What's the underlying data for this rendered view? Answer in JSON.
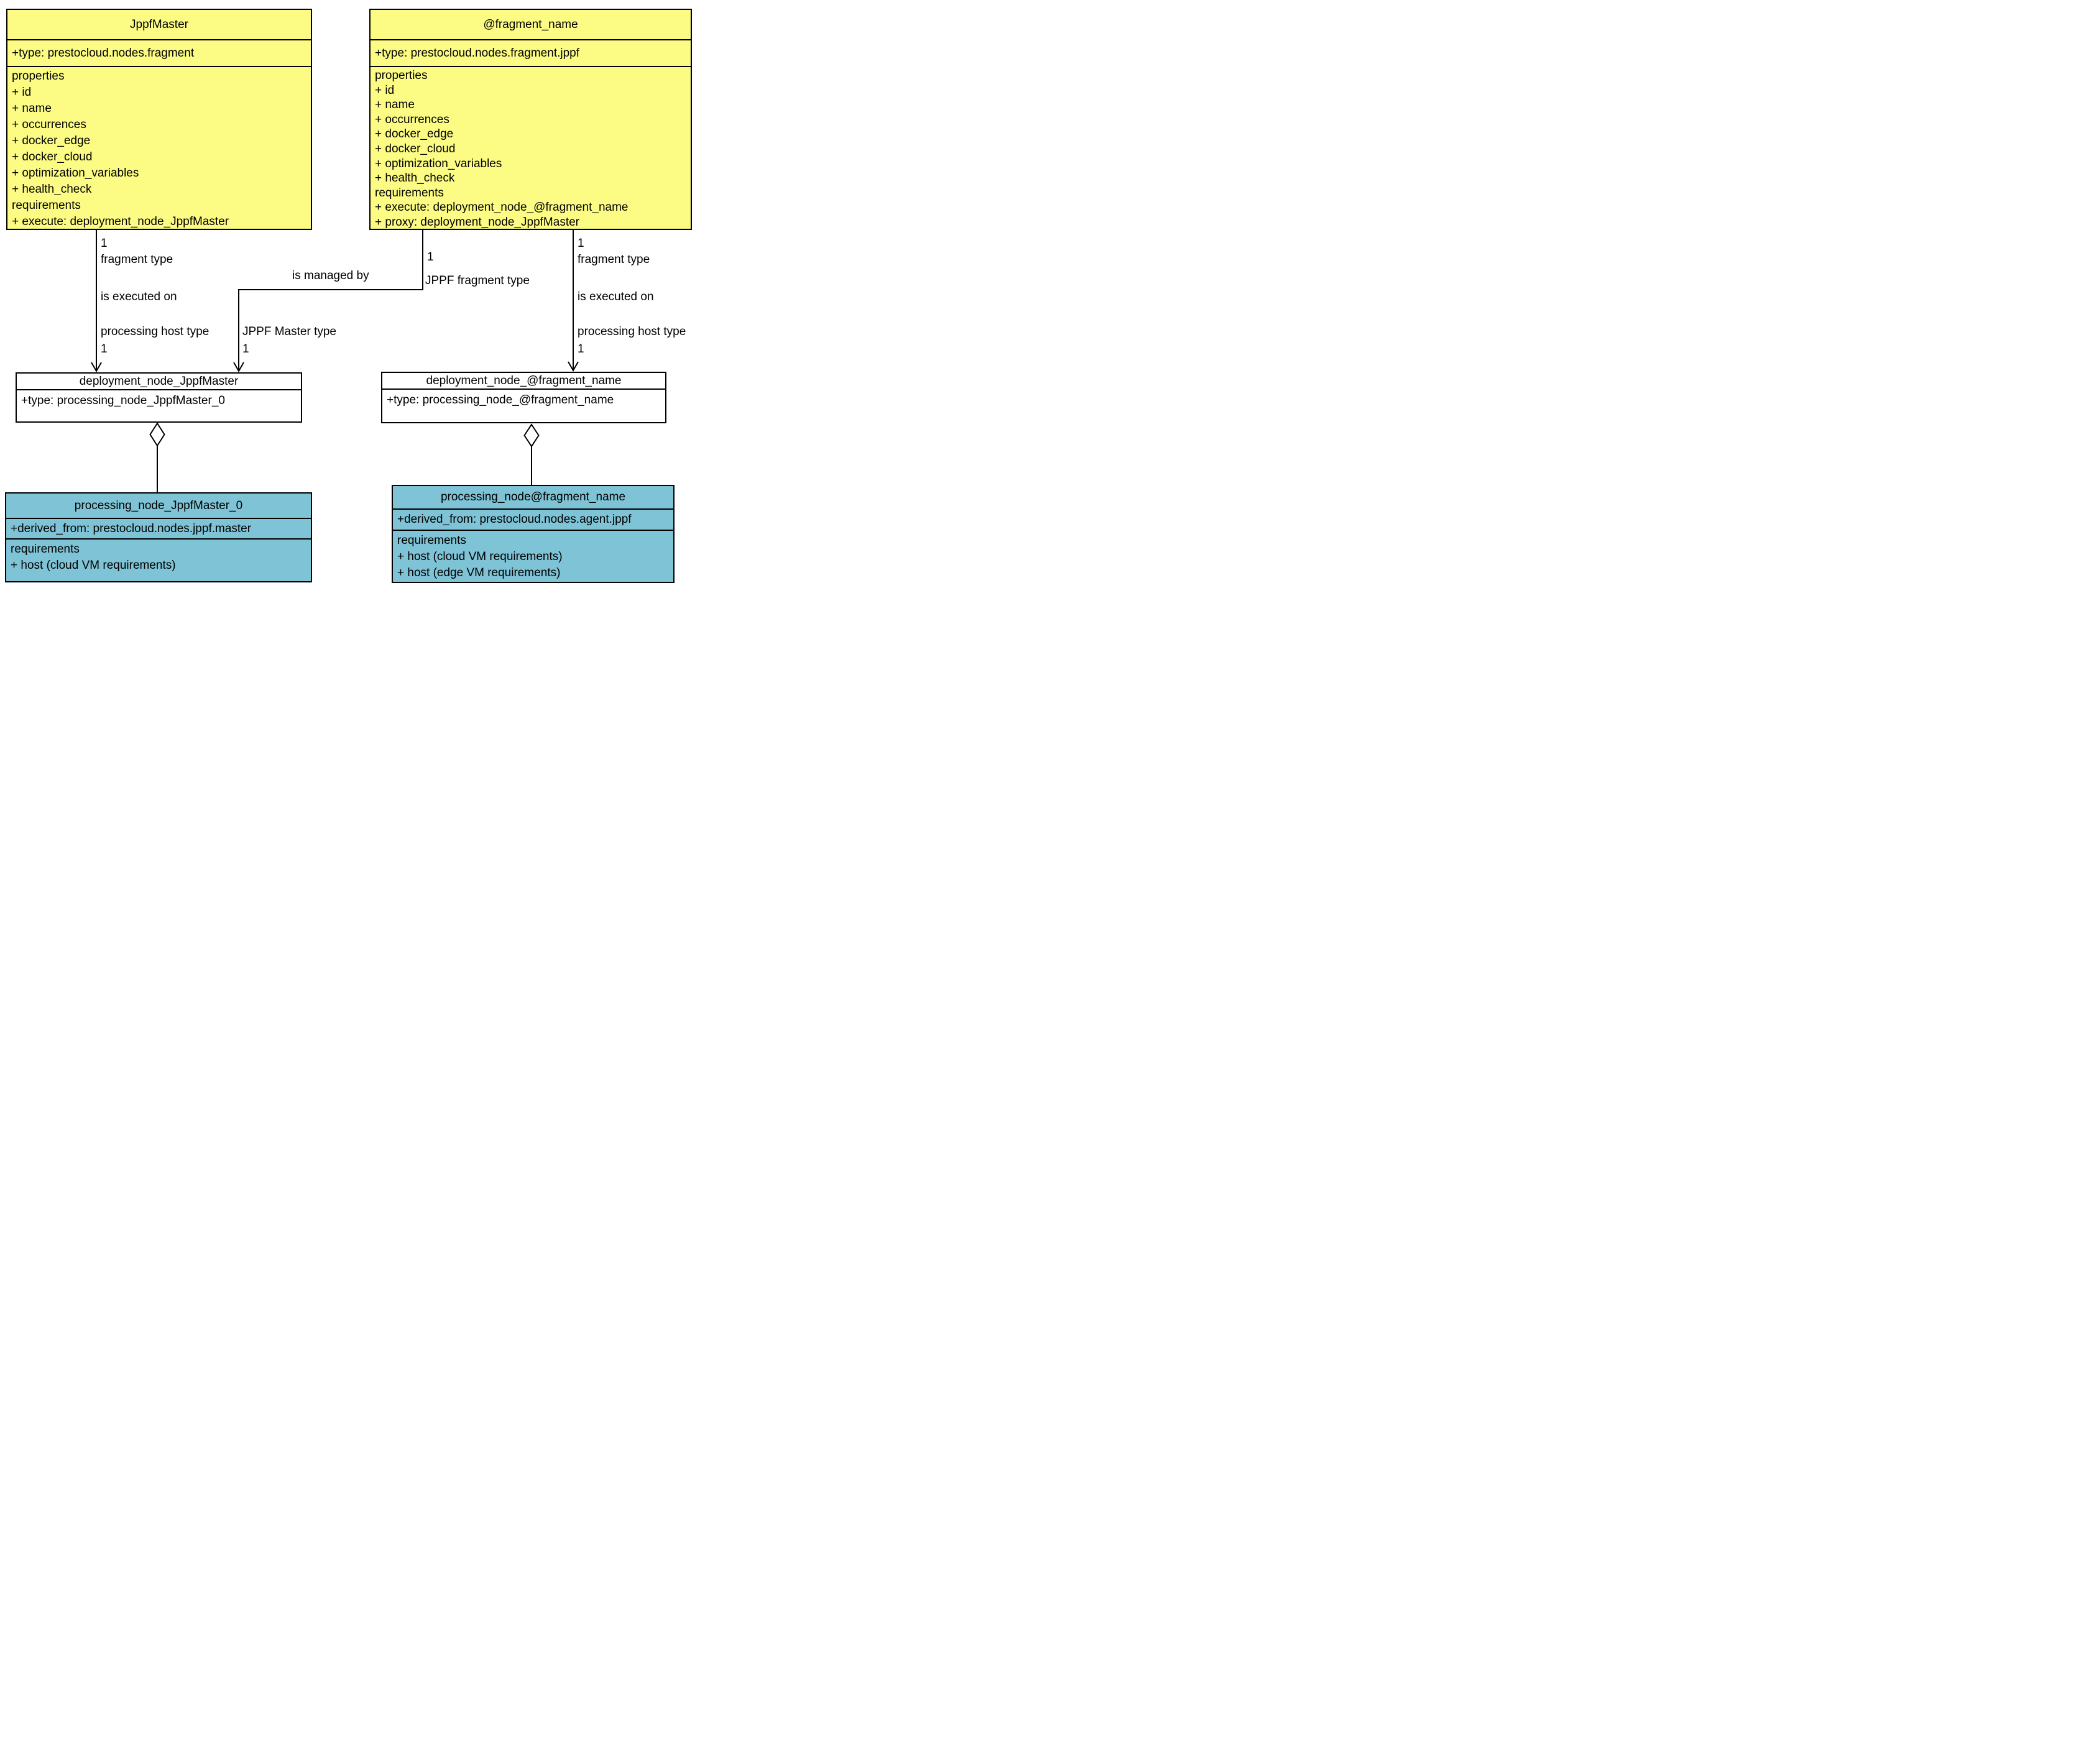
{
  "colors": {
    "background": "#ffffff",
    "class_yellow": "#fcfc85",
    "host_cyan": "#7ec3d6",
    "border": "#000000"
  },
  "classes": {
    "jppf_master": {
      "title": "JppfMaster",
      "type_row": "+type: prestocloud.nodes.fragment",
      "body_lines": [
        "properties",
        "+ id",
        "+ name",
        "+ occurrences",
        "+ docker_edge",
        "+ docker_cloud",
        "+ optimization_variables",
        "+ health_check",
        "requirements",
        "+ execute: deployment_node_JppfMaster"
      ]
    },
    "fragment": {
      "title": "@fragment_name",
      "type_row": "+type: prestocloud.nodes.fragment.jppf",
      "body_lines": [
        "properties",
        "+ id",
        "+ name",
        "+ occurrences",
        "+ docker_edge",
        "+ docker_cloud",
        "+ optimization_variables",
        "+ health_check",
        "requirements",
        "+ execute: deployment_node_@fragment_name",
        "+ proxy: deployment_node_JppfMaster"
      ]
    },
    "deployment_master": {
      "title": "deployment_node_JppfMaster",
      "type_row": "+type: processing_node_JppfMaster_0"
    },
    "deployment_fragment": {
      "title": "deployment_node_@fragment_name",
      "type_row": "+type: processing_node_@fragment_name"
    },
    "processing_master": {
      "title": "processing_node_JppfMaster_0",
      "derived_row": "+derived_from: prestocloud.nodes.jppf.master",
      "body_lines": [
        "requirements",
        "+ host (cloud VM requirements)"
      ]
    },
    "processing_fragment": {
      "title": "processing_node@fragment_name",
      "derived_row": "+derived_from: prestocloud.nodes.agent.jppf",
      "body_lines": [
        "requirements",
        "+ host (cloud VM requirements)",
        "+ host (edge VM requirements)"
      ]
    }
  },
  "edges": {
    "master_is_executed_on": {
      "mult_source": "1",
      "source_role": "fragment type",
      "name": "is executed on",
      "target_role": "processing host type",
      "mult_target": "1"
    },
    "is_managed_by": {
      "mult_source": "1",
      "source_role": "JPPF fragment type",
      "name": "is managed by",
      "target_role": "JPPF Master type",
      "mult_target": "1"
    },
    "fragment_is_executed_on": {
      "mult_source": "1",
      "source_role": "fragment type",
      "name": "is executed on",
      "target_role": "processing host type",
      "mult_target": "1"
    }
  }
}
